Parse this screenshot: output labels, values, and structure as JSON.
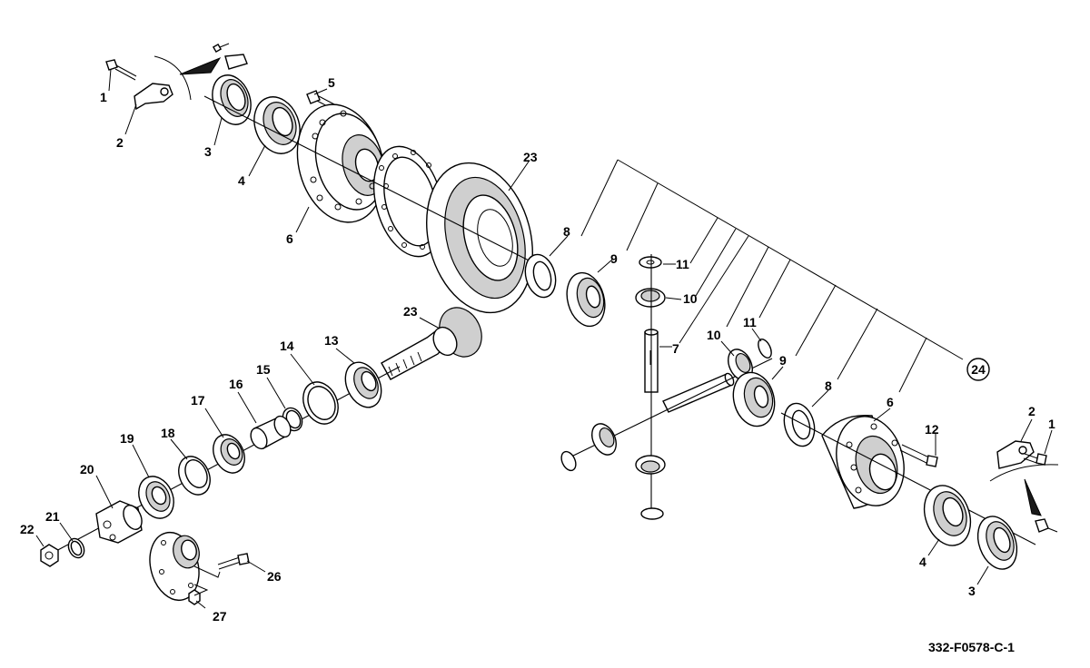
{
  "reference_code": "332-F0578-C-1",
  "callouts": {
    "c1a": "1",
    "c2a": "2",
    "c3a": "3",
    "c4a": "4",
    "c5": "5",
    "c6a": "6",
    "c23a": "23",
    "c8a": "8",
    "c9a": "9",
    "c11a": "11",
    "c10a": "10",
    "c7": "7",
    "c10b": "10",
    "c11b": "11",
    "c9b": "9",
    "c8b": "8",
    "c6b": "6",
    "c24": "24",
    "c23b": "23",
    "c13": "13",
    "c14": "14",
    "c15": "15",
    "c16": "16",
    "c17": "17",
    "c18": "18",
    "c19": "19",
    "c20": "20",
    "c21": "21",
    "c22": "22",
    "c26": "26",
    "c27": "27",
    "c12": "12",
    "c2b": "2",
    "c1b": "1",
    "c4b": "4",
    "c3b": "3"
  }
}
